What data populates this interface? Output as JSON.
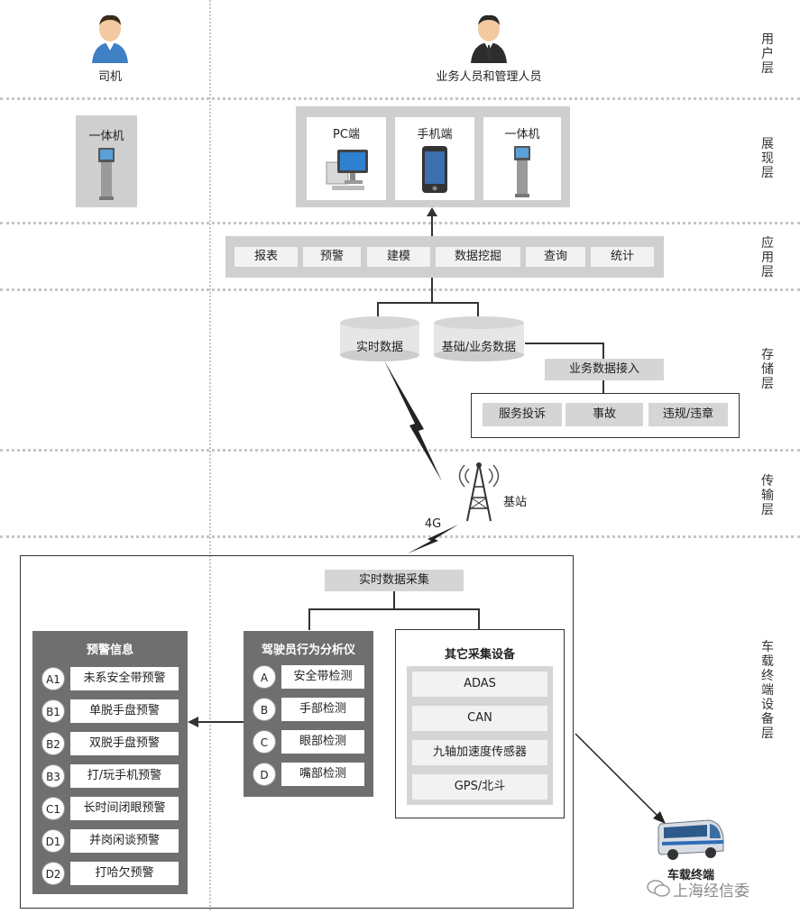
{
  "layers": {
    "user": "用户层",
    "display": "展现层",
    "app": "应用层",
    "storage": "存储层",
    "transport": "传输层",
    "terminal": "车载终端设备层"
  },
  "users": {
    "driver": "司机",
    "staff": "业务人员和管理人员"
  },
  "display": {
    "kiosk_left": "一体机",
    "pc": "PC端",
    "phone": "手机端",
    "kiosk": "一体机"
  },
  "apps": [
    "报表",
    "预警",
    "建模",
    "数据挖掘",
    "查询",
    "统计"
  ],
  "storage": {
    "realtime": "实时数据",
    "business": "基础/业务数据",
    "access": "业务数据接入",
    "sources": [
      "服务投诉",
      "事故",
      "违规/违章"
    ]
  },
  "transport": {
    "station": "基站",
    "network": "4G"
  },
  "terminal": {
    "collect": "实时数据采集",
    "warning": {
      "title": "预警信息",
      "items": [
        {
          "code": "A1",
          "label": "未系安全带预警"
        },
        {
          "code": "B1",
          "label": "单脱手盘预警"
        },
        {
          "code": "B2",
          "label": "双脱手盘预警"
        },
        {
          "code": "B3",
          "label": "打/玩手机预警"
        },
        {
          "code": "C1",
          "label": "长时间闭眼预警"
        },
        {
          "code": "D1",
          "label": "并岗闲谈预警"
        },
        {
          "code": "D2",
          "label": "打哈欠预警"
        }
      ]
    },
    "analyzer": {
      "title": "驾驶员行为分析仪",
      "items": [
        {
          "code": "A",
          "label": "安全带检测"
        },
        {
          "code": "B",
          "label": "手部检测"
        },
        {
          "code": "C",
          "label": "眼部检测"
        },
        {
          "code": "D",
          "label": "嘴部检测"
        }
      ]
    },
    "other": {
      "title": "其它采集设备",
      "items": [
        "ADAS",
        "CAN",
        "九轴加速度传感器",
        "GPS/北斗"
      ]
    },
    "vehicle": "车载终端"
  },
  "watermark": "上海经信委"
}
